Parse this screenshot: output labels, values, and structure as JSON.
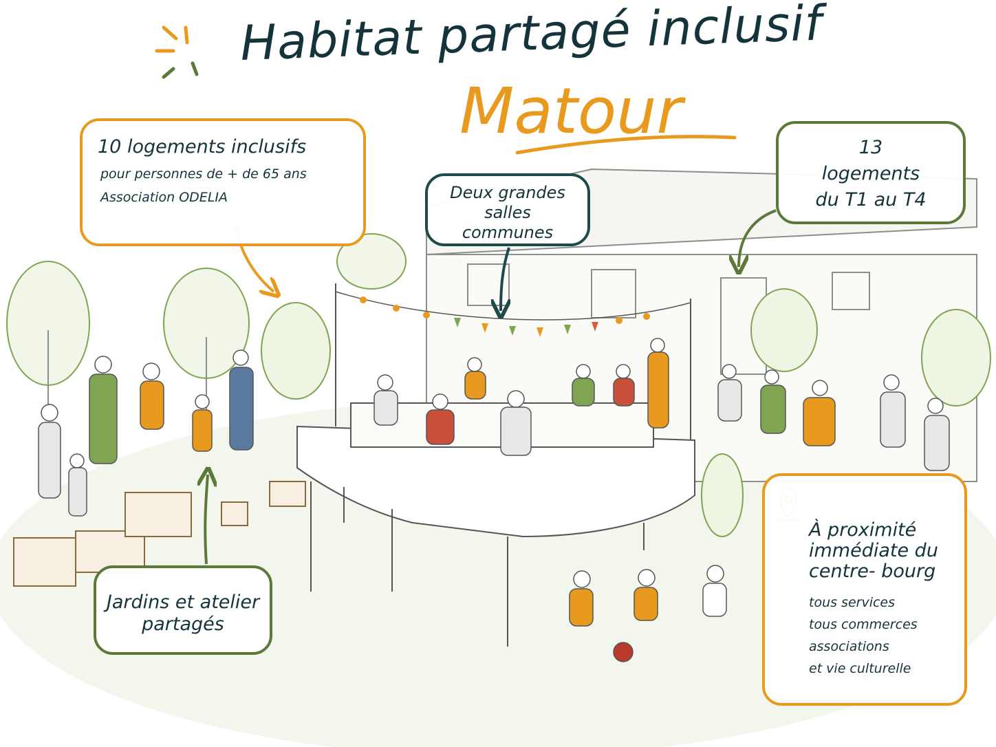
{
  "title": "Habitat partagé inclusif",
  "subtitle": "Matour",
  "boxes": {
    "logements_inclusifs": {
      "heading": "10 logements inclusifs",
      "line1": "pour personnes de + de 65 ans",
      "line2": "Association ODELIA"
    },
    "salles_communes": {
      "line1": "Deux grandes",
      "line2": "salles",
      "line3": "communes"
    },
    "logements_t1_t4": {
      "line1": "13",
      "line2": "logements",
      "line3": "du T1 au T4"
    },
    "jardins": {
      "line1": "Jardins et atelier",
      "line2": "partagés"
    },
    "proximite": {
      "line1": "À proximité",
      "line2": "immédiate du",
      "line3": "centre- bourg",
      "item1": "tous services",
      "item2": "tous commerces",
      "item3": "associations",
      "item4": "et vie culturelle"
    }
  },
  "colors": {
    "accent_orange": "#e89a1f",
    "accent_green": "#5b7a3a",
    "ink_dark": "#15333a",
    "leaf_green": "#7fa552"
  },
  "icons": [
    "sparkle-icon",
    "location-pin-icon",
    "arrow-icon"
  ]
}
